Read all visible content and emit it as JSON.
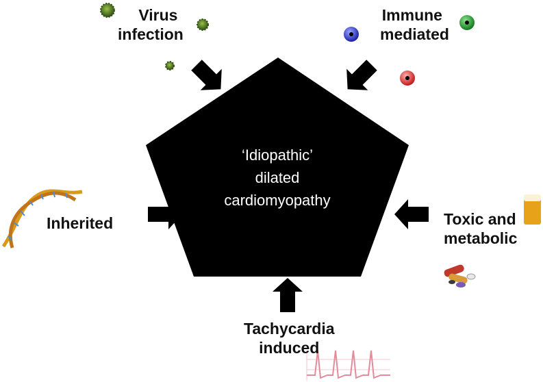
{
  "center": {
    "line1": "‘Idiopathic’",
    "line2": "dilated",
    "line3": "cardiomyopathy"
  },
  "causes": {
    "virus": {
      "line1": "Virus",
      "line2": "infection"
    },
    "immune": {
      "line1": "Immune",
      "line2": "mediated"
    },
    "inherited": {
      "line1": "Inherited"
    },
    "toxic": {
      "line1": "Toxic and",
      "line2": "metabolic"
    },
    "tachy": {
      "line1": "Tachycardia",
      "line2": "induced"
    }
  },
  "colors": {
    "pentagon": "#000000",
    "virus_green": "#3f6b1d",
    "immune_blue": "#2530c8",
    "immune_green": "#1f9a2a",
    "immune_red": "#d42424",
    "ecg": "#e58a9a",
    "beer": "#e8a21a"
  },
  "icons": [
    "virus-icon",
    "blood-cell-icon",
    "dna-icon",
    "beer-icon",
    "pills-icon",
    "ecg-icon"
  ]
}
